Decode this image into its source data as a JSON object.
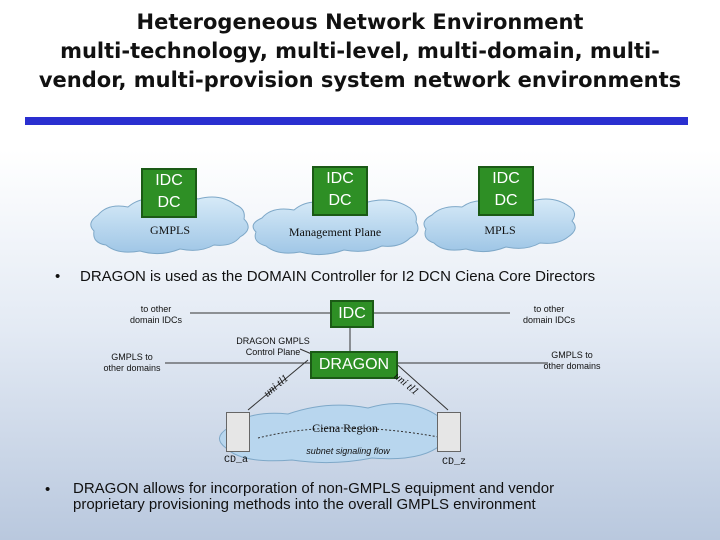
{
  "title": {
    "line1": "Heterogeneous Network Environment",
    "line2": "multi-technology, multi-level, multi-domain, multi-",
    "line3": "vendor, multi-provision system network environments"
  },
  "top_diagram": {
    "boxes": [
      {
        "line1": "IDC",
        "line2": "DC"
      },
      {
        "line1": "IDC",
        "line2": "DC"
      },
      {
        "line1": "IDC",
        "line2": "DC"
      }
    ],
    "clouds": [
      "GMPLS",
      "Management Plane",
      "MPLS"
    ]
  },
  "bullets": {
    "symbol": "•",
    "first": "DRAGON is used as the DOMAIN Controller for I2 DCN Ciena Core Directors",
    "second_line1": "DRAGON allows for incorporation of non-GMPLS equipment and vendor",
    "second_line2": "proprietary provisioning methods into the overall GMPLS environment"
  },
  "middle_diagram": {
    "idc_label": "IDC",
    "dragon_label": "DRAGON",
    "left_idc_note_1": "to other",
    "left_idc_note_2": "domain IDCs",
    "right_idc_note_1": "to other",
    "right_idc_note_2": "domain IDCs",
    "left_gmpls_1": "GMPLS to",
    "left_gmpls_2": "other domains",
    "right_gmpls_1": "GMPLS to",
    "right_gmpls_2": "other domains",
    "control_plane_1": "DRAGON GMPLS",
    "control_plane_2": "Control Plane",
    "uni_left": "uni tl1",
    "uni_right": "uni tl1",
    "region": "Ciena Region",
    "flow": "subnet signaling flow",
    "node_left": "CD_a",
    "node_right": "CD_z"
  },
  "colors": {
    "accent_bar": "#2a2fd0",
    "box_green": "#2e8f25",
    "cloud_blue": "#b8d6ee"
  }
}
